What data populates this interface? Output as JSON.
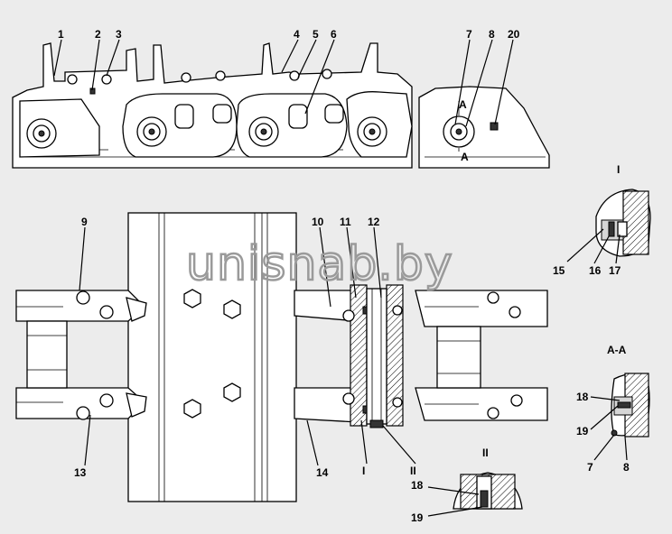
{
  "watermark": "unisnab.by",
  "view_labels": {
    "detail_I": "I",
    "section_AA": "A-A",
    "detail_II": "II",
    "section_mark_top": "A",
    "section_mark_bottom": "A",
    "ref_I": "I",
    "ref_II": "II"
  },
  "callouts": {
    "c1": "1",
    "c2": "2",
    "c3": "3",
    "c4": "4",
    "c5": "5",
    "c6": "6",
    "c7": "7",
    "c8": "8",
    "c20": "20",
    "c9": "9",
    "c10": "10",
    "c11": "11",
    "c12": "12",
    "c13": "13",
    "c14": "14",
    "c15": "15",
    "c16": "16",
    "c17": "17",
    "c18a": "18",
    "c19a": "19",
    "c7b": "7",
    "c8b": "8",
    "c18b": "18",
    "c19b": "19"
  },
  "colors": {
    "background": "#ececec",
    "line": "#000000",
    "watermark": "#9a9a9a"
  }
}
